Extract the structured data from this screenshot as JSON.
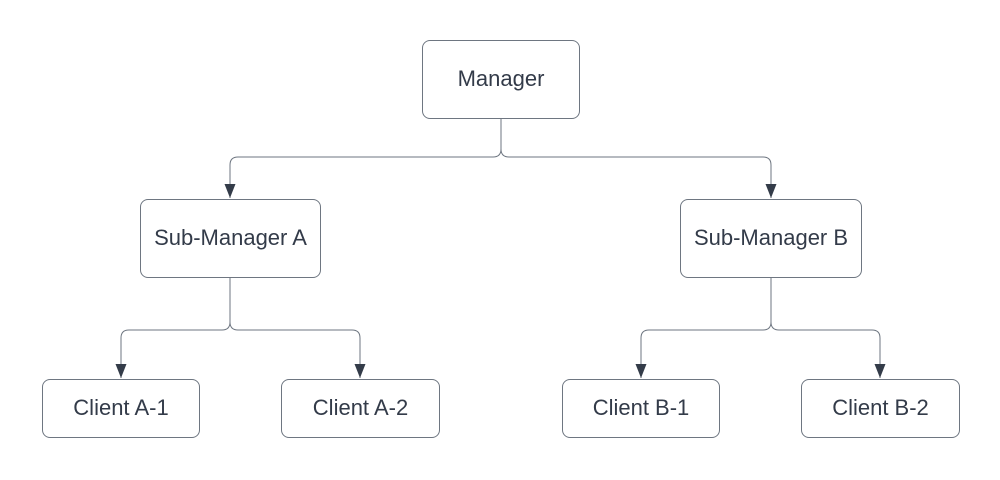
{
  "diagram": {
    "type": "org-chart",
    "background_color": "#ffffff",
    "colors": {
      "node_fill": "#ffffff",
      "node_border": "#6E7681",
      "connector": "#6E7681",
      "arrowhead": "#343C49",
      "text": "#333B49"
    },
    "nodes": [
      {
        "id": "manager",
        "label": "Manager"
      },
      {
        "id": "sub-manager-a",
        "label": "Sub-Manager A"
      },
      {
        "id": "sub-manager-b",
        "label": "Sub-Manager B"
      },
      {
        "id": "client-a-1",
        "label": "Client A-1"
      },
      {
        "id": "client-a-2",
        "label": "Client A-2"
      },
      {
        "id": "client-b-1",
        "label": "Client B-1"
      },
      {
        "id": "client-b-2",
        "label": "Client B-2"
      }
    ],
    "edges": [
      {
        "from": "Manager",
        "to": "Sub-Manager A",
        "arrow": "filled-triangle"
      },
      {
        "from": "Manager",
        "to": "Sub-Manager B",
        "arrow": "filled-triangle"
      },
      {
        "from": "Sub-Manager A",
        "to": "Client A-1",
        "arrow": "filled-triangle"
      },
      {
        "from": "Sub-Manager A",
        "to": "Client A-2",
        "arrow": "filled-triangle"
      },
      {
        "from": "Sub-Manager B",
        "to": "Client B-1",
        "arrow": "filled-triangle"
      },
      {
        "from": "Sub-Manager B",
        "to": "Client B-2",
        "arrow": "filled-triangle"
      }
    ]
  }
}
